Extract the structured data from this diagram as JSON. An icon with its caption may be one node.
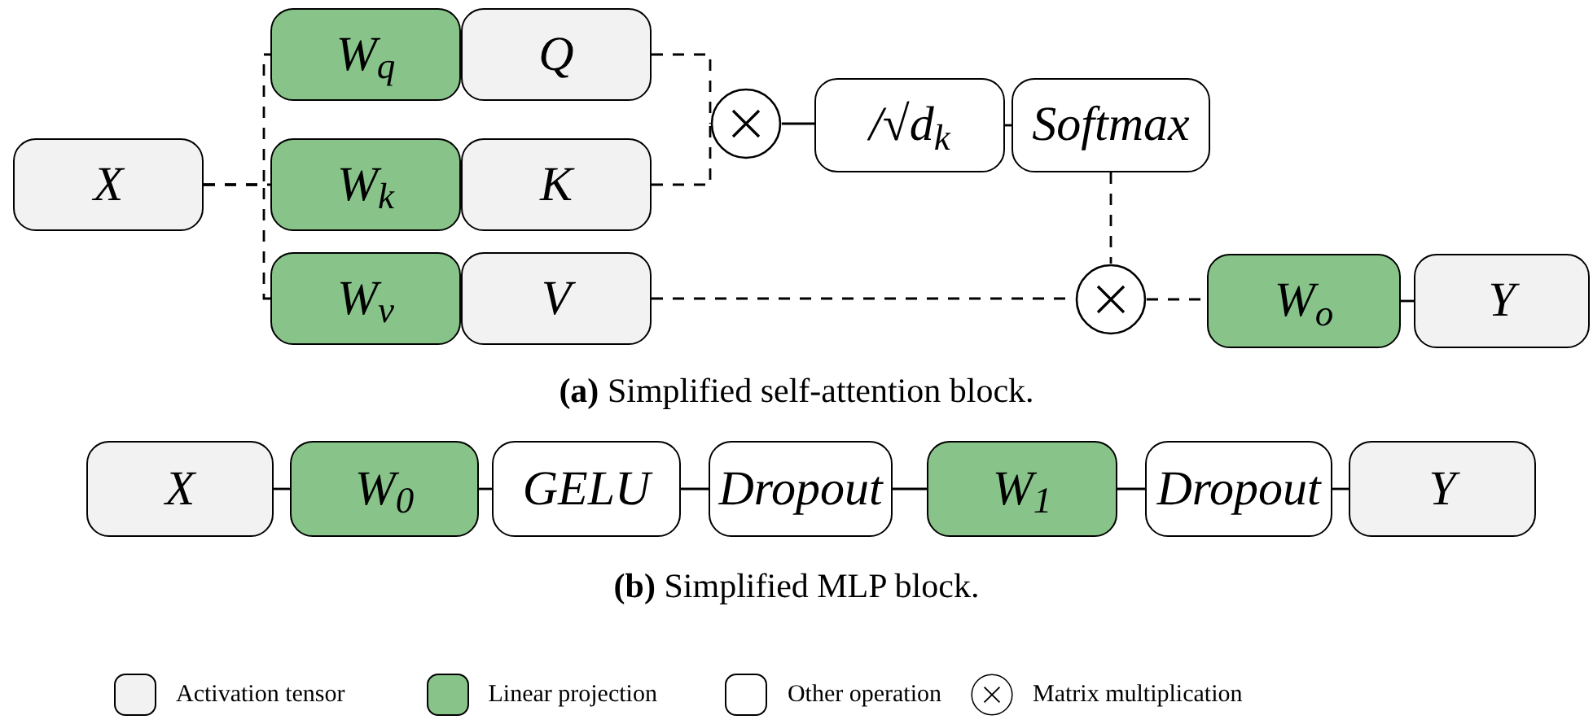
{
  "diagram": {
    "nodes": [
      {
        "text": [
          "X"
        ]
      },
      {
        "text": [
          "W$_{q}$"
        ]
      },
      {
        "text": [
          "Q"
        ]
      },
      {
        "text": [
          "W$_{k}$"
        ]
      },
      {
        "text": [
          "K"
        ]
      },
      {
        "text": [
          "W$_{v}$"
        ]
      },
      {
        "text": [
          "V"
        ]
      },
      {
        "text": [],
        "shape": "circle"
      },
      {
        "text": [
          "/√d$_{k}$"
        ]
      },
      {
        "text": [
          "Softmax"
        ]
      },
      {
        "text": [],
        "shape": "circle"
      },
      {
        "text": [
          "W$_{o}$"
        ]
      },
      {
        "text": [
          "Y"
        ]
      },
      {
        "text": [
          "X"
        ]
      },
      {
        "text": [
          "W$_{0}$"
        ]
      },
      {
        "text": [
          "GELU"
        ]
      },
      {
        "text": [
          "Dropout"
        ]
      },
      {
        "text": [
          "W$_{1}$"
        ]
      },
      {
        "text": [
          "Dropout"
        ]
      },
      {
        "text": [
          "Y"
        ]
      }
    ],
    "edges": [
      {
        "from": 0,
        "to": 1,
        "arrow": "none",
        "style": "dashed"
      },
      {
        "from": 0,
        "to": 3,
        "arrow": "none",
        "style": "dashed"
      },
      {
        "from": 0,
        "to": 5,
        "arrow": "none",
        "style": "dashed"
      },
      {
        "from": 2,
        "to": 7,
        "arrow": "none",
        "style": "dashed"
      },
      {
        "from": 4,
        "to": 7,
        "arrow": "none",
        "style": "dashed"
      },
      {
        "from": 7,
        "to": 8,
        "arrow": "none"
      },
      {
        "from": 8,
        "to": 9,
        "arrow": "none"
      },
      {
        "from": 9,
        "to": 10,
        "arrow": "none",
        "style": "dashed"
      },
      {
        "from": 6,
        "to": 10,
        "arrow": "none",
        "style": "dashed"
      },
      {
        "from": 10,
        "to": 11,
        "arrow": "none",
        "style": "dashed"
      },
      {
        "from": 11,
        "to": 12,
        "arrow": "none"
      },
      {
        "from": 13,
        "to": 14,
        "arrow": "none"
      },
      {
        "from": 14,
        "to": 15,
        "arrow": "none"
      },
      {
        "from": 15,
        "to": 16,
        "arrow": "none"
      },
      {
        "from": 16,
        "to": 17,
        "arrow": "none"
      },
      {
        "from": 17,
        "to": 18,
        "arrow": "none"
      },
      {
        "from": 18,
        "to": 19,
        "arrow": "none"
      }
    ],
    "labels": [
      "**(a)** Simplified self-attention block.",
      "**(b)** Simplified MLP block."
    ],
    "legend": [
      {
        "text": "Activation tensor",
        "color": "#f2f2f2"
      },
      {
        "text": "Linear projection",
        "color": "#88c48a"
      },
      {
        "text": "Other operation",
        "color": "#ffffff"
      },
      {
        "text": "Matrix multiplication"
      }
    ]
  }
}
